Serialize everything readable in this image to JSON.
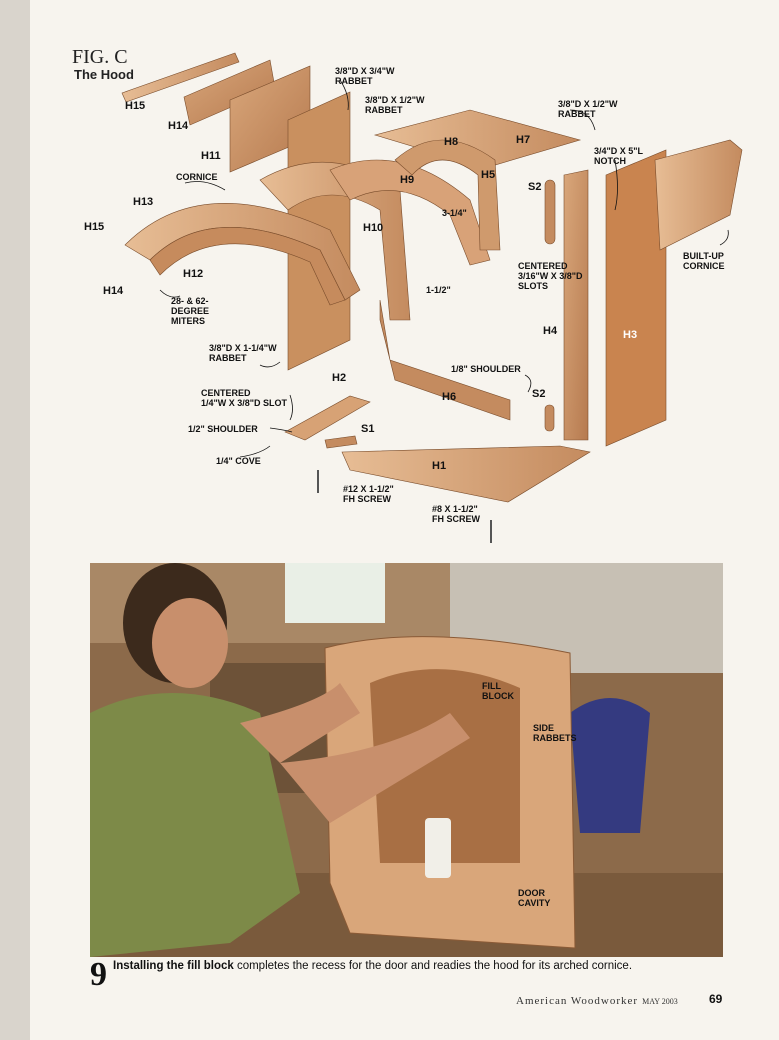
{
  "figure": {
    "title": "FIG. C",
    "subtitle": "The Hood",
    "parts": [
      {
        "id": "h15a",
        "text": "H15"
      },
      {
        "id": "h14a",
        "text": "H14"
      },
      {
        "id": "h11",
        "text": "H11"
      },
      {
        "id": "h13",
        "text": "H13"
      },
      {
        "id": "h15b",
        "text": "H15"
      },
      {
        "id": "h12",
        "text": "H12"
      },
      {
        "id": "h14b",
        "text": "H14"
      },
      {
        "id": "h10",
        "text": "H10"
      },
      {
        "id": "h9",
        "text": "H9"
      },
      {
        "id": "h8",
        "text": "H8"
      },
      {
        "id": "h7",
        "text": "H7"
      },
      {
        "id": "h5",
        "text": "H5"
      },
      {
        "id": "s2a",
        "text": "S2"
      },
      {
        "id": "h4",
        "text": "H4"
      },
      {
        "id": "h3",
        "text": "H3"
      },
      {
        "id": "h6",
        "text": "H6"
      },
      {
        "id": "s2b",
        "text": "S2"
      },
      {
        "id": "h2",
        "text": "H2"
      },
      {
        "id": "s1",
        "text": "S1"
      },
      {
        "id": "h1",
        "text": "H1"
      }
    ],
    "callouts": [
      {
        "id": "c1",
        "text": "3/8\"D X 3/4\"W\nRABBET"
      },
      {
        "id": "c2",
        "text": "3/8\"D X 1/2\"W\nRABBET"
      },
      {
        "id": "c3",
        "text": "3/8\"D X 1/2\"W\nRABBET"
      },
      {
        "id": "c4",
        "text": "CORNICE"
      },
      {
        "id": "c5",
        "text": "3/4\"D X 5\"L\nNOTCH"
      },
      {
        "id": "c6",
        "text": "3-1/4\""
      },
      {
        "id": "c7",
        "text": "CENTERED\n3/16\"W X 3/8\"D\nSLOTS"
      },
      {
        "id": "c8",
        "text": "BUILT-UP\nCORNICE"
      },
      {
        "id": "c9",
        "text": "1-1/2\""
      },
      {
        "id": "c10",
        "text": "28- & 62-\nDEGREE\nMITERS"
      },
      {
        "id": "c11",
        "text": "3/8\"D X 1-1/4\"W\nRABBET"
      },
      {
        "id": "c12",
        "text": "1/8\" SHOULDER"
      },
      {
        "id": "c13",
        "text": "CENTERED\n1/4\"W X 3/8\"D SLOT"
      },
      {
        "id": "c14",
        "text": "1/2\" SHOULDER"
      },
      {
        "id": "c15",
        "text": "1/4\" COVE"
      },
      {
        "id": "c16",
        "text": "#12 X 1-1/2\"\nFH SCREW"
      },
      {
        "id": "c17",
        "text": "#8 X 1-1/2\"\nFH SCREW"
      }
    ]
  },
  "photo": {
    "labels": {
      "fill_block": "FILL\nBLOCK",
      "side_rabbets": "SIDE\nRABBETS",
      "door_cavity": "DOOR\nCAVITY"
    }
  },
  "caption": {
    "number": "9",
    "bold": "Installing the fill block",
    "rest": " completes the recess for the door and readies the hood for its arched cornice."
  },
  "footer": {
    "magazine": "American Woodworker",
    "date": "MAY 2003",
    "page": "69"
  }
}
